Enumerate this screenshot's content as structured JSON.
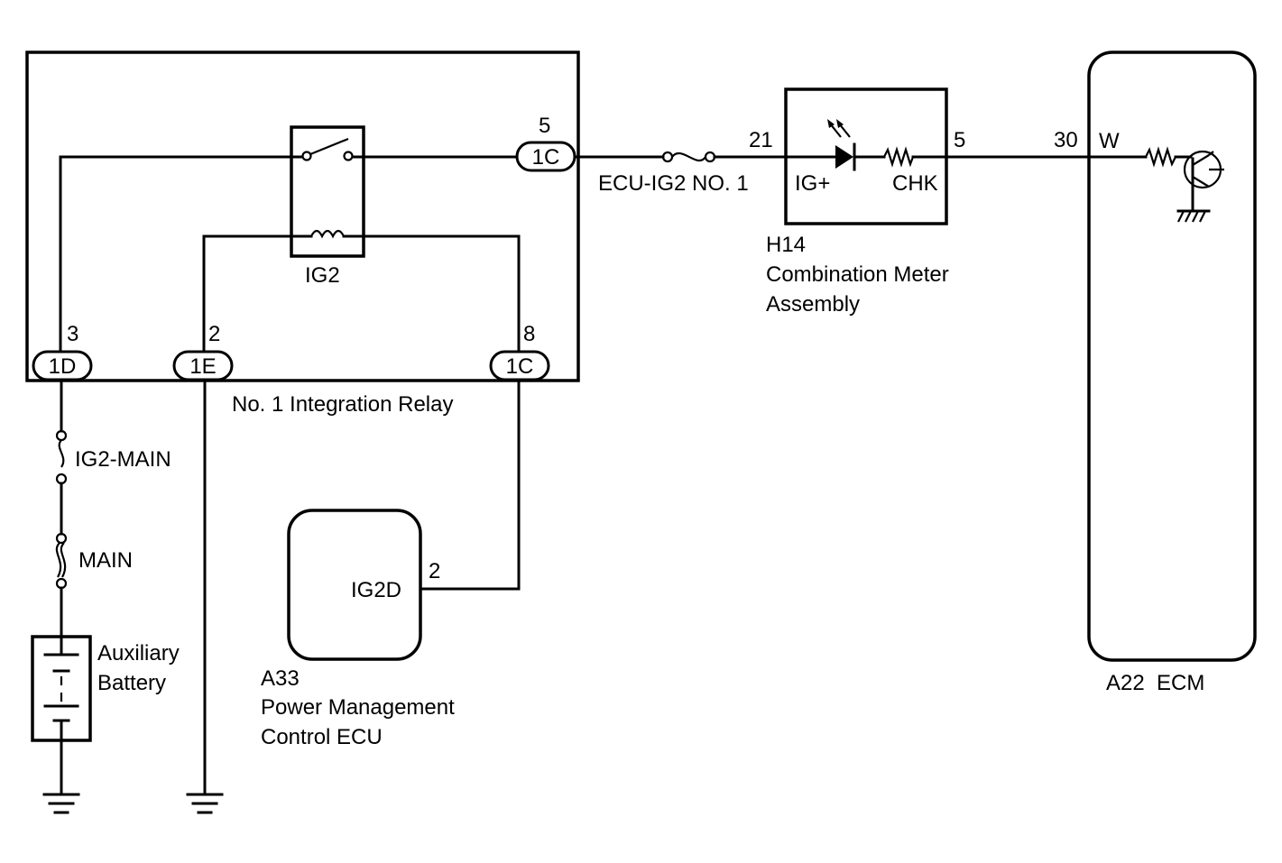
{
  "relay_box": {
    "name": "No. 1 Integration Relay",
    "relay_label": "IG2",
    "connectors": {
      "left": "1D",
      "middle": "1E",
      "right_bottom": "1C",
      "right_top": "1C"
    },
    "pins": {
      "left": "3",
      "middle": "2",
      "right_bottom": "8",
      "right_top": "5"
    }
  },
  "fuses": {
    "ecu_ig2": "ECU-IG2 NO. 1",
    "ig2_main": "IG2-MAIN",
    "main": "MAIN"
  },
  "battery": {
    "line1": "Auxiliary",
    "line2": "Battery"
  },
  "meter": {
    "code": "H14",
    "name_line1": "Combination Meter",
    "name_line2": "Assembly",
    "pin_in": "21",
    "pin_out": "5",
    "terminal_in": "IG+",
    "terminal_out": "CHK"
  },
  "ecm": {
    "label": "A22  ECM",
    "pin": "30",
    "terminal": "W"
  },
  "pm_ecu": {
    "code": "A33",
    "name_line1": "Power Management",
    "name_line2": "Control ECU",
    "terminal": "IG2D",
    "pin": "2"
  }
}
